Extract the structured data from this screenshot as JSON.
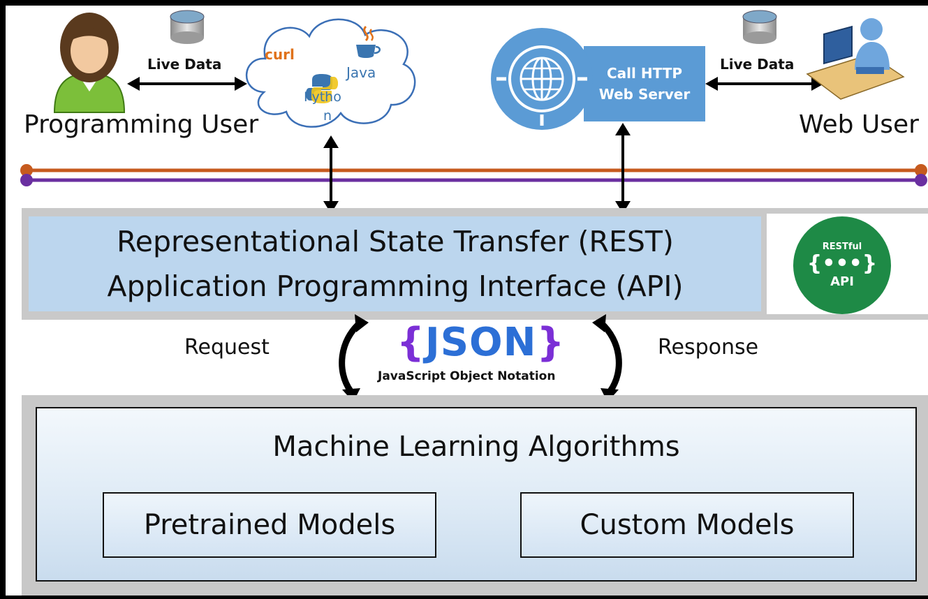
{
  "actors": {
    "programming_user": "Programming User",
    "web_user": "Web User"
  },
  "links": {
    "live_data_left": "Live Data",
    "live_data_right": "Live Data"
  },
  "languages": {
    "curl": "curl",
    "java": "Java",
    "python_line1": "Pytho",
    "python_line2": "n"
  },
  "web_server": {
    "line1": "Call HTTP",
    "line2": "Web Server"
  },
  "rest": {
    "line1": "Representational State Transfer (REST)",
    "line2": "Application Programming Interface (API)"
  },
  "restful_logo": {
    "top": "RESTful",
    "bottom": "API"
  },
  "exchange": {
    "request": "Request",
    "response": "Response",
    "json_brace_open": "{",
    "json": "JSON",
    "json_brace_close": "}",
    "json_full": "JavaScript Object Notation"
  },
  "ml": {
    "title": "Machine Learning Algorithms",
    "pretrained": "Pretrained Models",
    "custom": "Custom Models"
  },
  "colors": {
    "bus_orange": "#c65a1e",
    "bus_purple": "#6a2fa0",
    "rest_fill": "#bcd6ee",
    "globe_blue": "#5b9bd5",
    "restful_green": "#1e8a46",
    "json_blue": "#2c6fd6",
    "json_brace": "#7b2fd6"
  }
}
